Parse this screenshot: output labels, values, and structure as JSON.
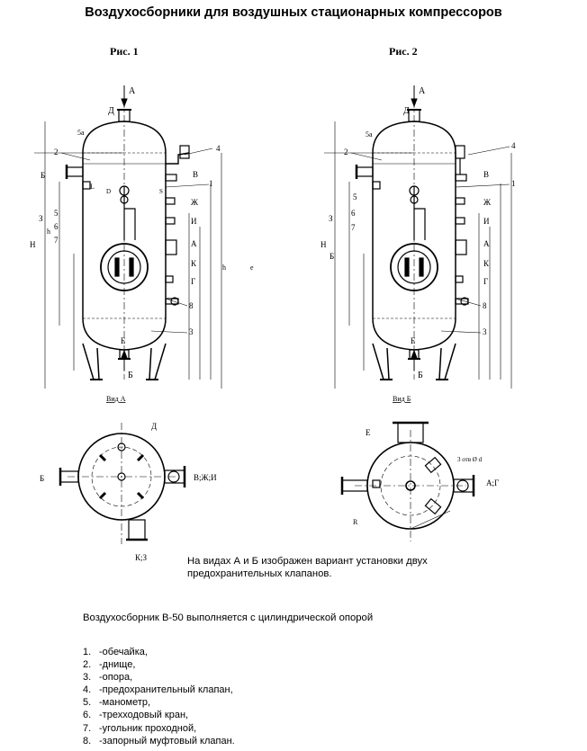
{
  "title": "Воздухосборники для воздушных стационарных компрессоров",
  "figures": {
    "fig1": "Рис. 1",
    "fig2": "Рис. 2"
  },
  "views": {
    "view_a": "Вид А",
    "view_b": "Вид Б"
  },
  "labels": {
    "A": "А",
    "B": "Б",
    "D_top": "Д",
    "E_bottom": "Е",
    "B1_side": "Б",
    "V_side": "В",
    "Zh_side": "Ж",
    "I_side": "И",
    "A1_side": "А",
    "K_side": "К",
    "G_side": "Г",
    "Z_side": "З",
    "L_side": "L",
    "D_dia": "D",
    "S": "S",
    "H_dim": "H",
    "h_dim": "h",
    "hb_dim": "h",
    "e_dim": "e",
    "n1": "1",
    "n2": "2",
    "n3": "3",
    "n4": "4",
    "n5": "5",
    "n5a": "5a",
    "n6": "6",
    "n7": "7",
    "n8": "8",
    "view_a_right": "В;Ж;И",
    "view_a_bottom": "К;З",
    "view_a_left": "Б",
    "view_a_top": "Д",
    "view_b_right": "А;Г",
    "view_b_top": "Е",
    "view_b_holes": "3 отв Ø d",
    "view_b_R": "R"
  },
  "note": "На видах А и Б изображен вариант установки двух предохранительных клапанов.",
  "b50_note": "Воздухосборник В-50 выполняется с цилиндрической опорой",
  "legend": [
    {
      "num": "1.",
      "text": "-обечайка,"
    },
    {
      "num": "2.",
      "text": "-днище,"
    },
    {
      "num": "3.",
      "text": "-опора,"
    },
    {
      "num": "4.",
      "text": "-предохранительный клапан,"
    },
    {
      "num": "5.",
      "text": "-манометр,"
    },
    {
      "num": "6.",
      "text": "-трехходовый кран,"
    },
    {
      "num": "7.",
      "text": "-угольник проходной,"
    },
    {
      "num": "8.",
      "text": "-запорный муфтовый клапан."
    }
  ]
}
